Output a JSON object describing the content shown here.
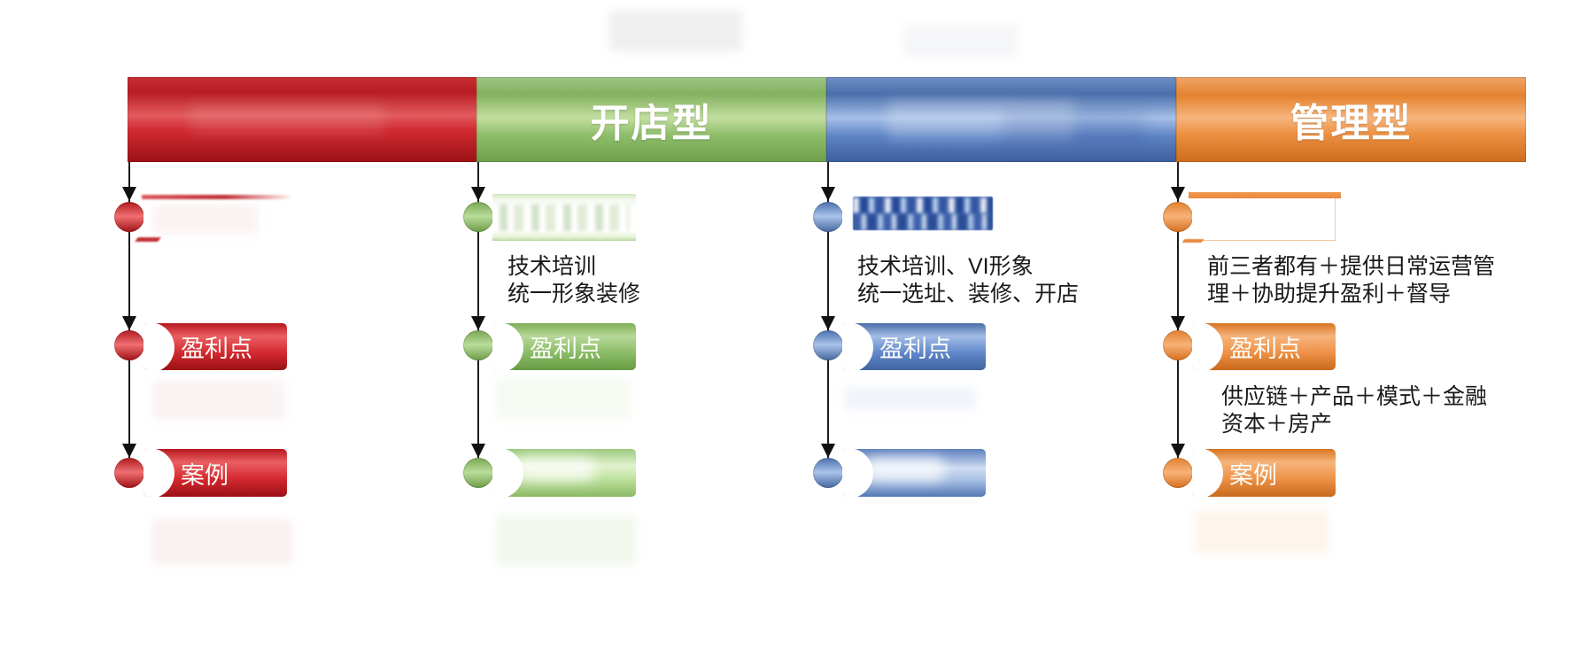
{
  "diagram_title": "",
  "accent_colors": {
    "red": "#c9262c",
    "green": "#8cbf6a",
    "blue": "#5b82c6",
    "orange": "#ec8c44"
  },
  "columns": [
    {
      "id": "red",
      "title": "",
      "first_label": "",
      "note1_line1": "",
      "note1_line2": "",
      "profit_pill_label": "盈利点",
      "note2_line1": "",
      "note2_line2": "",
      "case_pill_label": "案例"
    },
    {
      "id": "green",
      "title": "开店型",
      "first_label": "",
      "note1_line1": "技术培训",
      "note1_line2": "统一形象装修",
      "profit_pill_label": "盈利点",
      "note2_line1": "",
      "note2_line2": "",
      "case_pill_label": ""
    },
    {
      "id": "blue",
      "title": "",
      "first_label": "",
      "note1_line1": "技术培训、VI形象",
      "note1_line2": "统一选址、装修、开店",
      "profit_pill_label": "盈利点",
      "note2_line1": "",
      "note2_line2": "",
      "case_pill_label": ""
    },
    {
      "id": "orange",
      "title": "管理型",
      "first_label": "",
      "note1_line1": "前三者都有＋提供日常运营管",
      "note1_line2": "理＋协助提升盈利＋督导",
      "profit_pill_label": "盈利点",
      "note2_line1": "供应链＋产品＋模式＋金融",
      "note2_line2": "资本＋房产",
      "case_pill_label": "案例"
    }
  ]
}
